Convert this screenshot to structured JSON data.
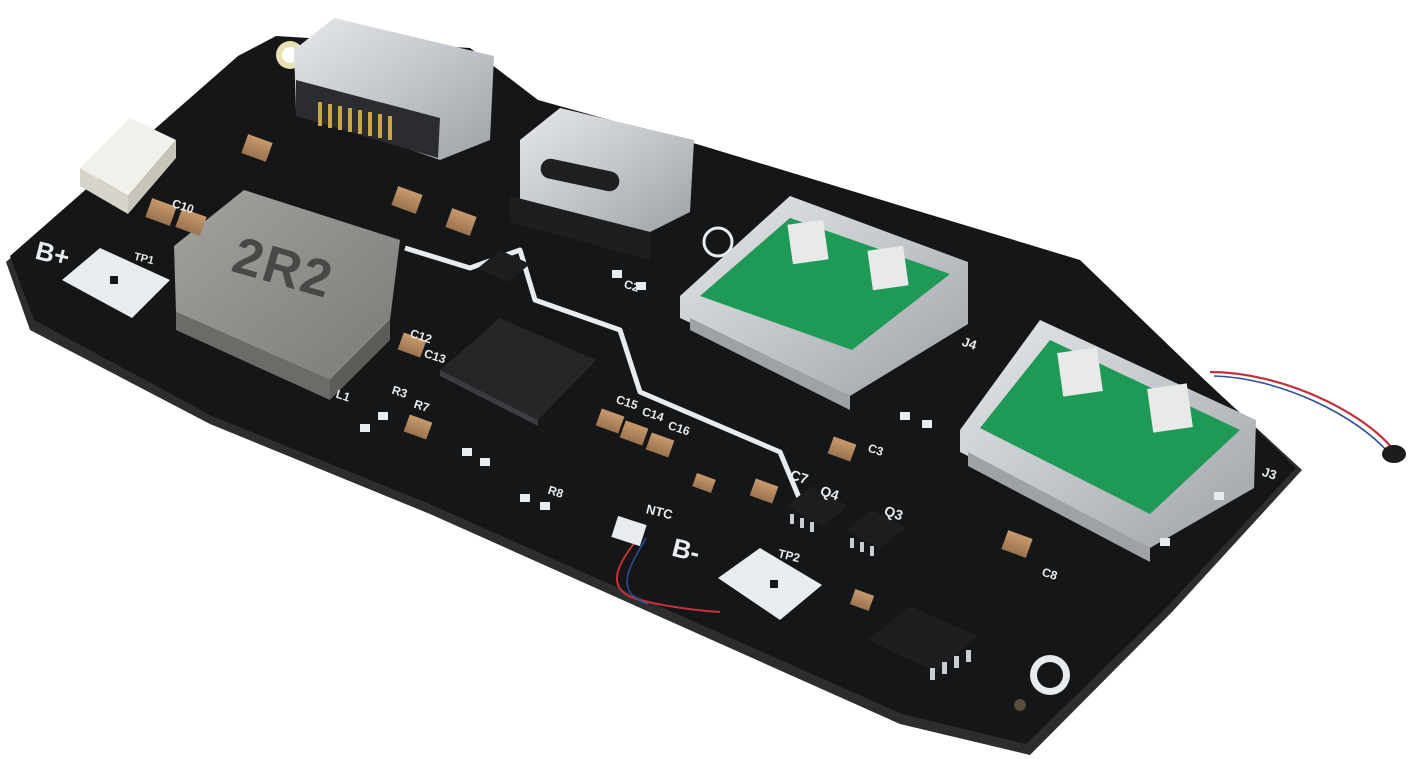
{
  "photo": {
    "subject": "power bank charging module circuit board",
    "colors": {
      "background": "#ffffff",
      "pcb": "#151617",
      "pcb_edge": "#2b2d2f",
      "silkscreen": "#e9ecee",
      "usb_metal": "#c9ccd0",
      "usb_insert": "#1f9a56",
      "inductor": "#8e8c89",
      "capacitor": "#b7895e",
      "wire_red": "#c2303a",
      "wire_blue": "#2c4f9e"
    }
  },
  "board": {
    "inductor_marking": "2R2",
    "pad_labels": {
      "b_plus": "B+",
      "b_minus": "B-",
      "tp1": "TP1",
      "tp2": "TP2",
      "ntc": "NTC"
    },
    "silkscreen_labels": {
      "c10": "C10",
      "c12": "C12",
      "c13": "C13",
      "l1": "L1",
      "r3": "R3",
      "r7": "R7",
      "r8": "R8",
      "c15": "C15",
      "c14": "C14",
      "c16": "C16",
      "c7": "C7",
      "q4": "Q4",
      "q3": "Q3",
      "c3": "C3",
      "c2": "C2",
      "c8": "C8",
      "j3": "J3",
      "j4": "J4"
    }
  }
}
